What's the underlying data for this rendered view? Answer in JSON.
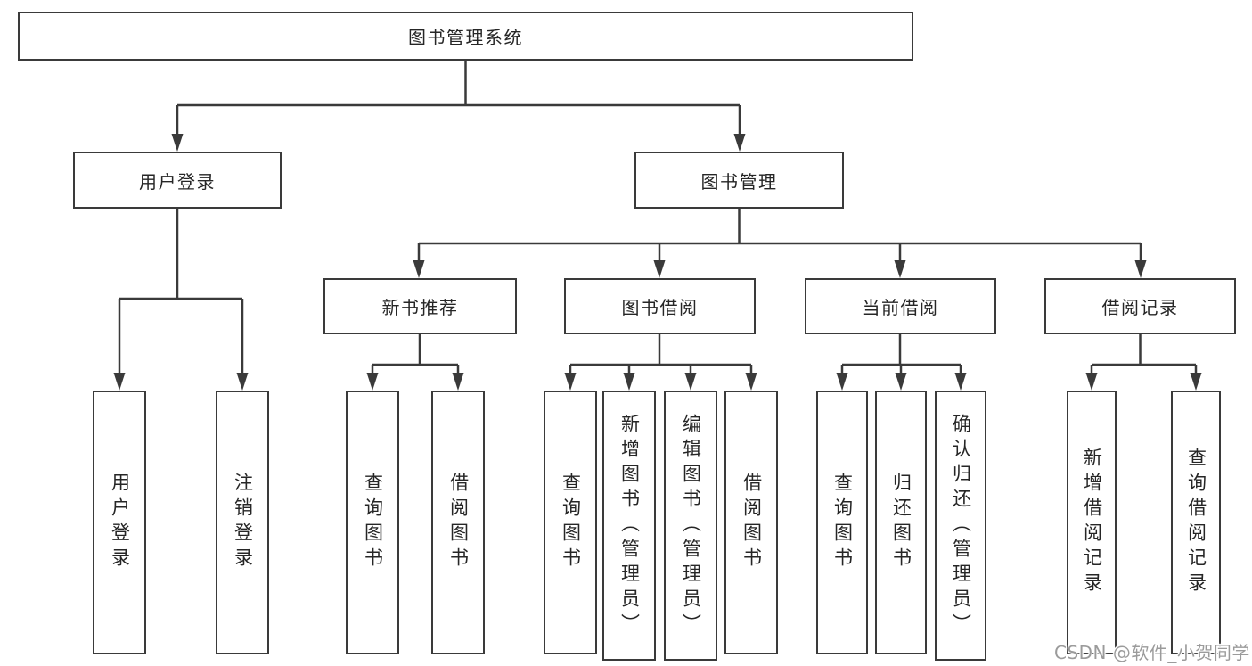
{
  "tree": {
    "root": {
      "label": "图书管理系统",
      "children": [
        {
          "label": "用户登录",
          "children": [
            {
              "label": "用户登录"
            },
            {
              "label": "注销登录"
            }
          ]
        },
        {
          "label": "图书管理",
          "children": [
            {
              "label": "新书推荐",
              "children": [
                {
                  "label": "查询图书"
                },
                {
                  "label": "借阅图书"
                }
              ]
            },
            {
              "label": "图书借阅",
              "children": [
                {
                  "label": "查询图书"
                },
                {
                  "label": "新增图书（管理员）"
                },
                {
                  "label": "编辑图书（管理员）"
                },
                {
                  "label": "借阅图书"
                }
              ]
            },
            {
              "label": "当前借阅",
              "children": [
                {
                  "label": "查询图书"
                },
                {
                  "label": "归还图书"
                },
                {
                  "label": "确认归还（管理员）"
                }
              ]
            },
            {
              "label": "借阅记录",
              "children": [
                {
                  "label": "新增借阅记录"
                },
                {
                  "label": "查询借阅记录"
                }
              ]
            }
          ]
        }
      ]
    }
  },
  "watermark": {
    "text": "CSDN @软件_小贺同学"
  },
  "colors": {
    "line": "#3a3a3a",
    "text": "#262626",
    "watermark_text": "#9b9b9b",
    "background": "#ffffff"
  }
}
